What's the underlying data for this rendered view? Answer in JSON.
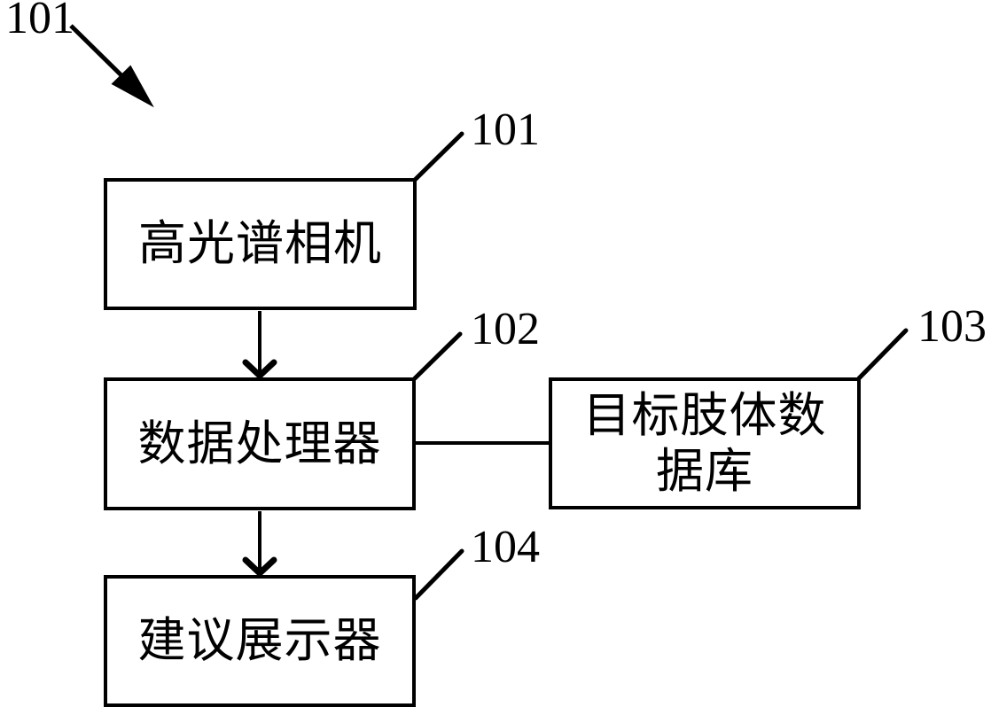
{
  "figure": {
    "background_color": "#ffffff",
    "line_color": "#000000",
    "system_ref": "101",
    "nodes": [
      {
        "name": "hyperspectral-camera",
        "label": "高光谱相机",
        "ref": "101"
      },
      {
        "name": "data-processor",
        "label": "数据处理器",
        "ref": "102"
      },
      {
        "name": "target-limb-database",
        "label": "目标肢体数据库",
        "ref": "103"
      },
      {
        "name": "suggestion-display",
        "label": "建议展示器",
        "ref": "104"
      }
    ],
    "connections": [
      {
        "from": "hyperspectral-camera",
        "to": "data-processor",
        "style": "arrow"
      },
      {
        "from": "data-processor",
        "to": "suggestion-display",
        "style": "arrow"
      },
      {
        "from": "data-processor",
        "to": "target-limb-database",
        "style": "plain"
      }
    ]
  }
}
